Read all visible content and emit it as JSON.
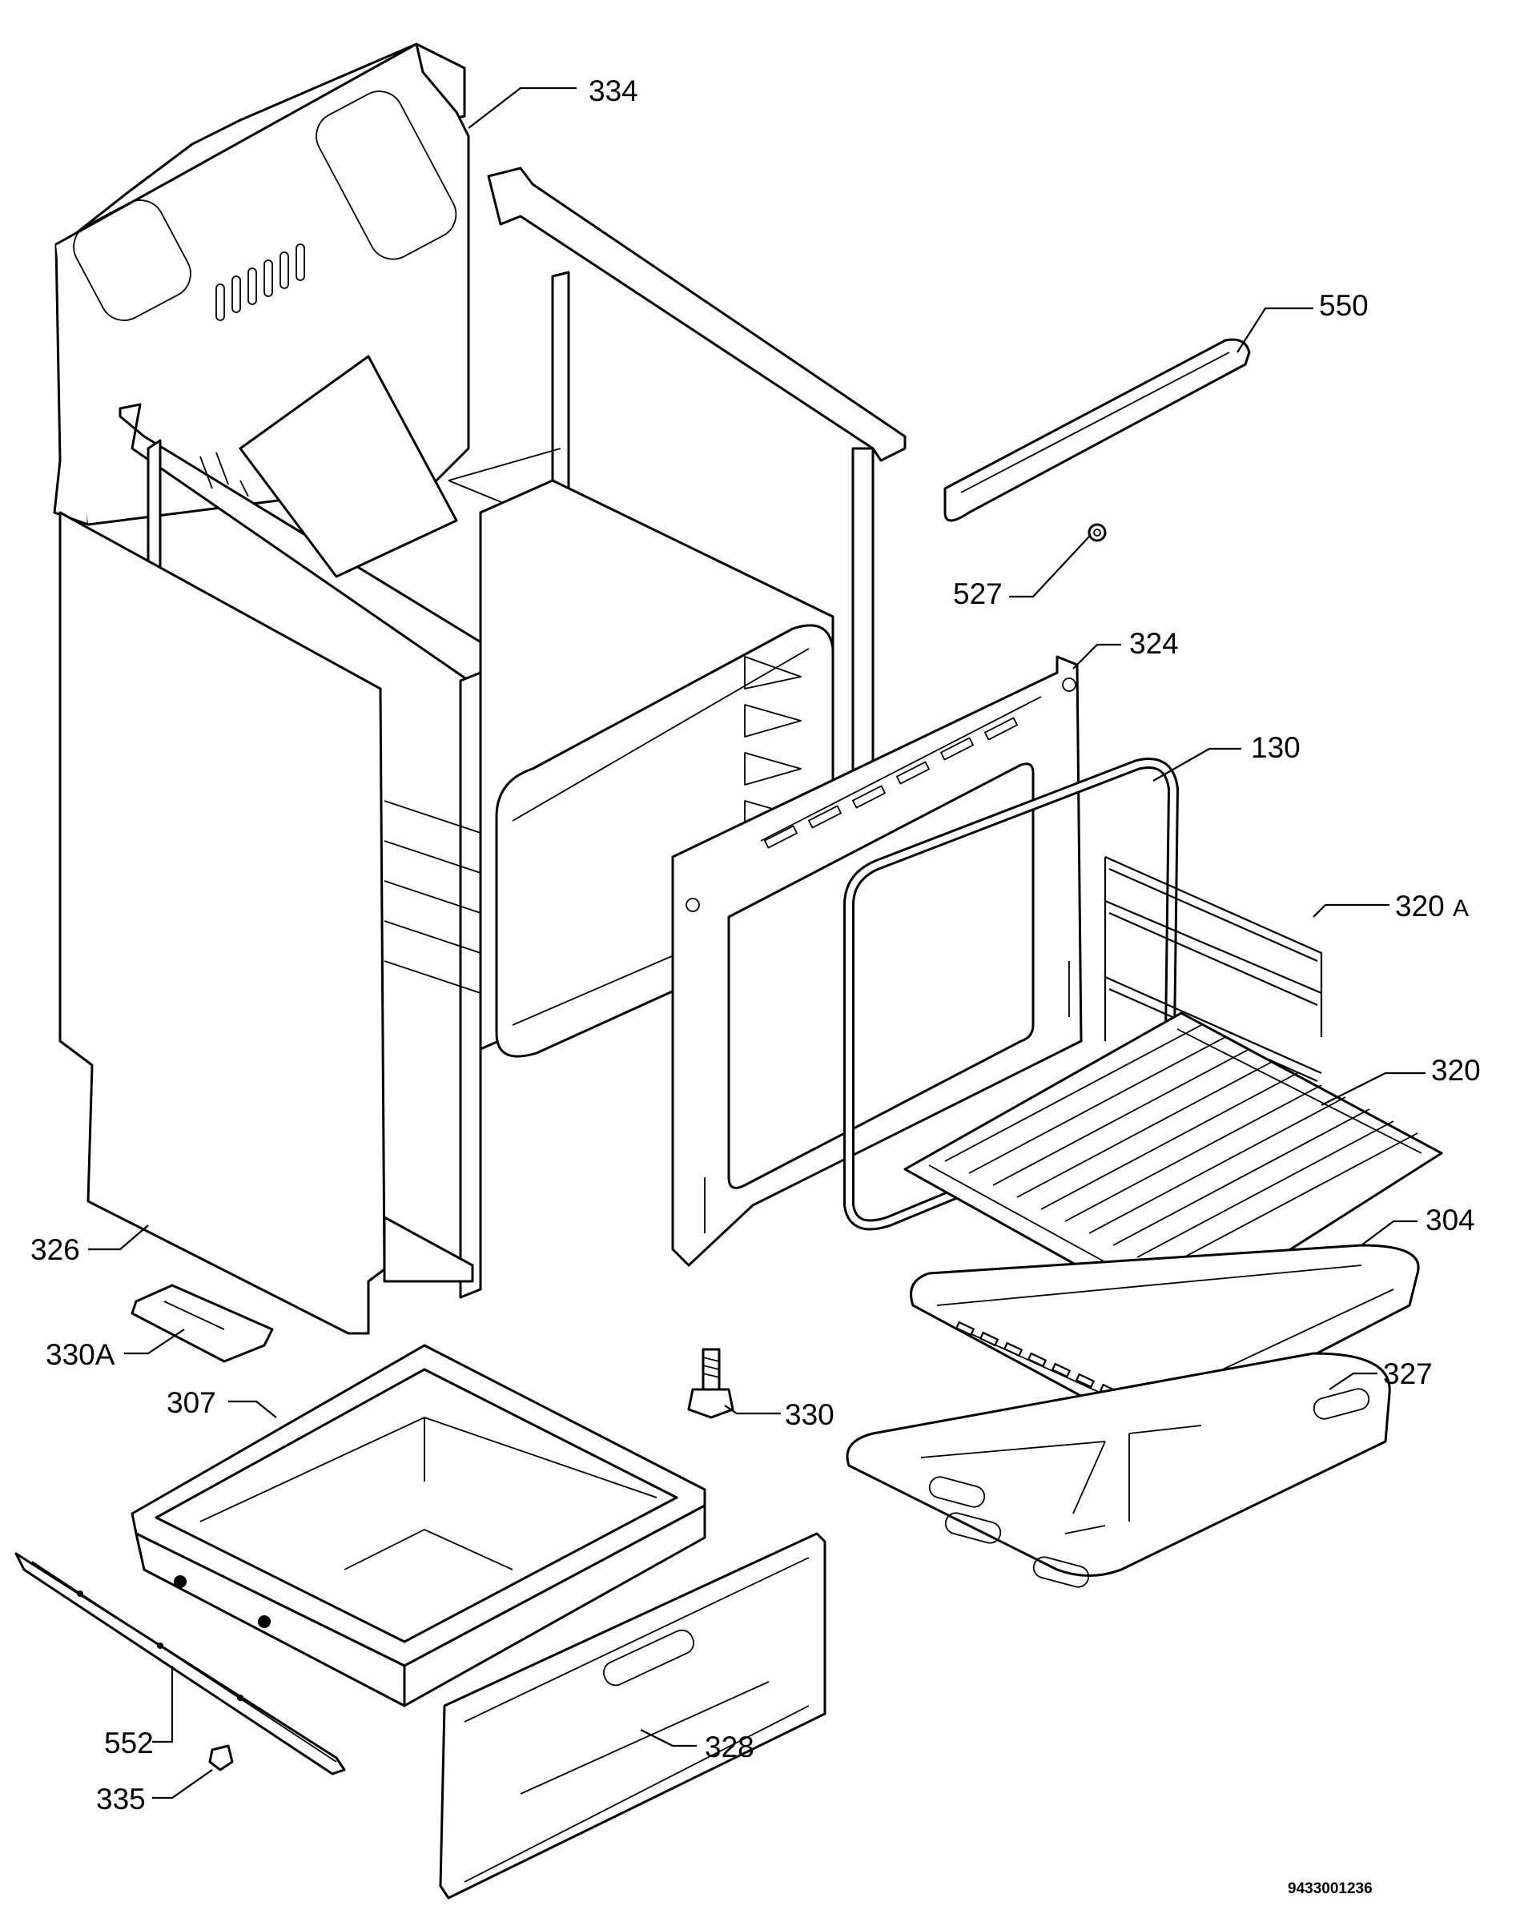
{
  "diagram": {
    "labels": {
      "p334": "334",
      "p550": "550",
      "p527": "527",
      "p324": "324",
      "p130": "130",
      "p320a_num": "320",
      "p320a_suffix": "A",
      "p320": "320",
      "p304": "304",
      "p326": "326",
      "p330a": "330A",
      "p307": "307",
      "p330": "330",
      "p327": "327",
      "p552": "552",
      "p335": "335",
      "p328": "328"
    },
    "document_number": "9433001236"
  }
}
